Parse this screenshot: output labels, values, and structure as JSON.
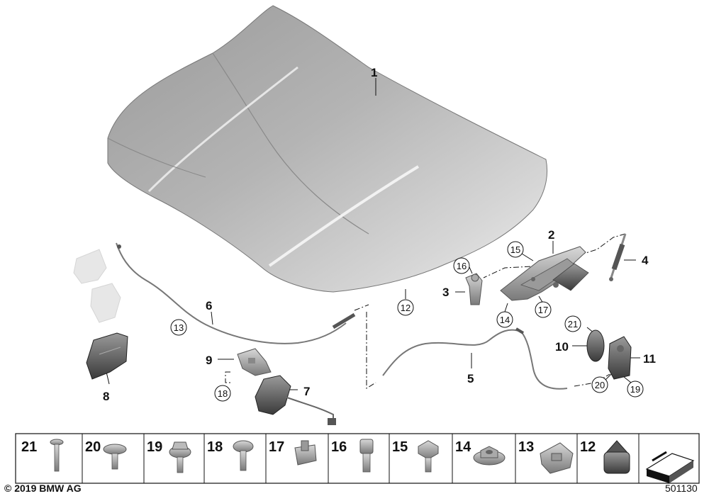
{
  "diagram": {
    "callouts": {
      "c1": "1",
      "c2": "2",
      "c3": "3",
      "c4": "4",
      "c5": "5",
      "c6": "6",
      "c7": "7",
      "c8": "8",
      "c9": "9",
      "c10": "10",
      "c11": "11"
    },
    "circled": {
      "k12": "12",
      "k13": "13",
      "k14": "14",
      "k15": "15",
      "k16": "16",
      "k17": "17",
      "k18": "18",
      "k19": "19",
      "k20": "20",
      "k21": "21"
    },
    "parts_strip": [
      "21",
      "20",
      "19",
      "18",
      "17",
      "16",
      "15",
      "14",
      "13",
      "12"
    ]
  },
  "footer": {
    "copyright": "© 2019 BMW AG",
    "diagram_number": "501130"
  }
}
